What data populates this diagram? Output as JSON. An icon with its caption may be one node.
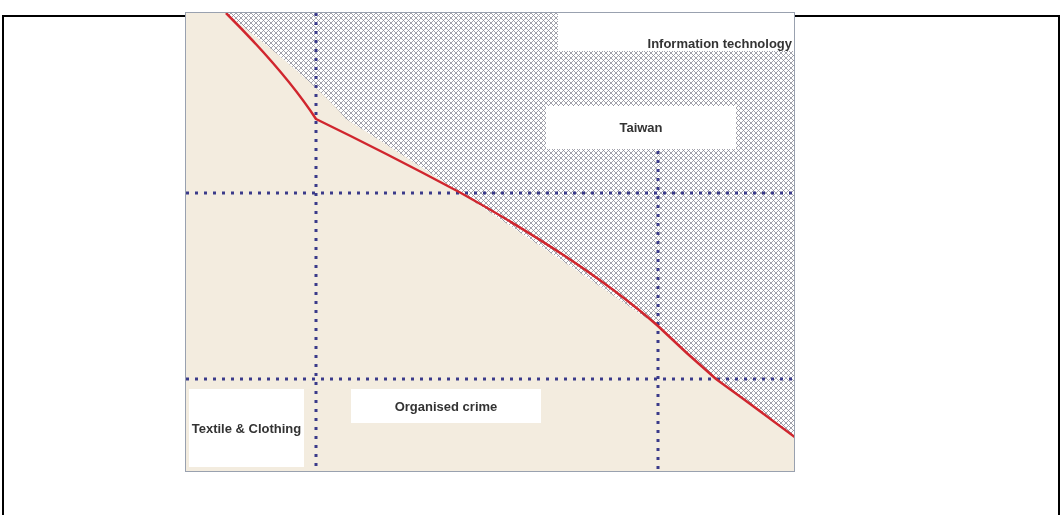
{
  "diagram": {
    "nodes": [
      {
        "text": [
          "Information technology"
        ]
      },
      {
        "text": [
          "Taiwan"
        ]
      },
      {
        "text": [
          "Textile & Clothing"
        ]
      },
      {
        "text": [
          "Organised crime"
        ]
      }
    ]
  }
}
